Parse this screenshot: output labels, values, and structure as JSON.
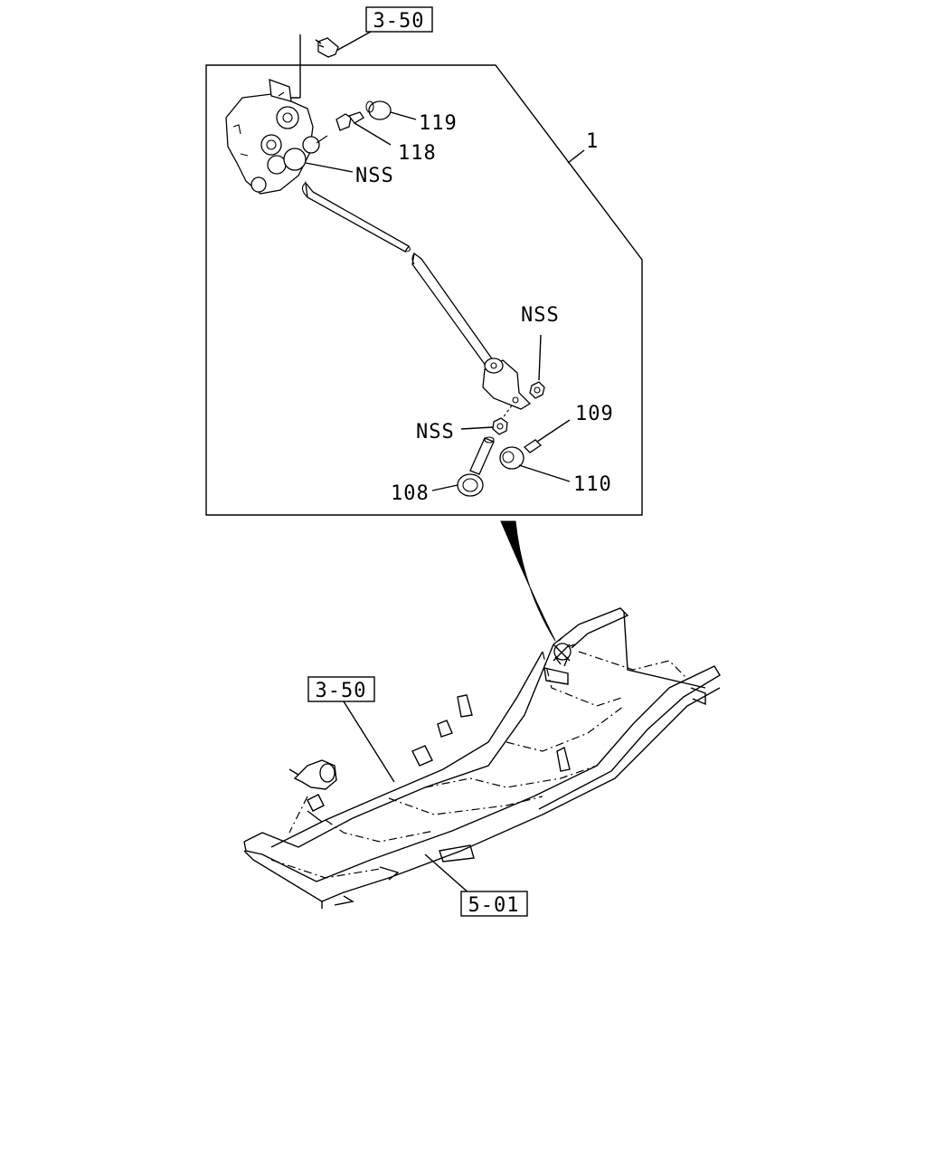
{
  "callouts": {
    "ref_top": "3-50",
    "ref_mid": "3-50",
    "ref_bottom": "5-01",
    "assembly": "1",
    "part_119": "119",
    "part_118": "118",
    "part_nss_a": "NSS",
    "part_nss_b": "NSS",
    "part_nss_c": "NSS",
    "part_109": "109",
    "part_110": "110",
    "part_108": "108"
  }
}
